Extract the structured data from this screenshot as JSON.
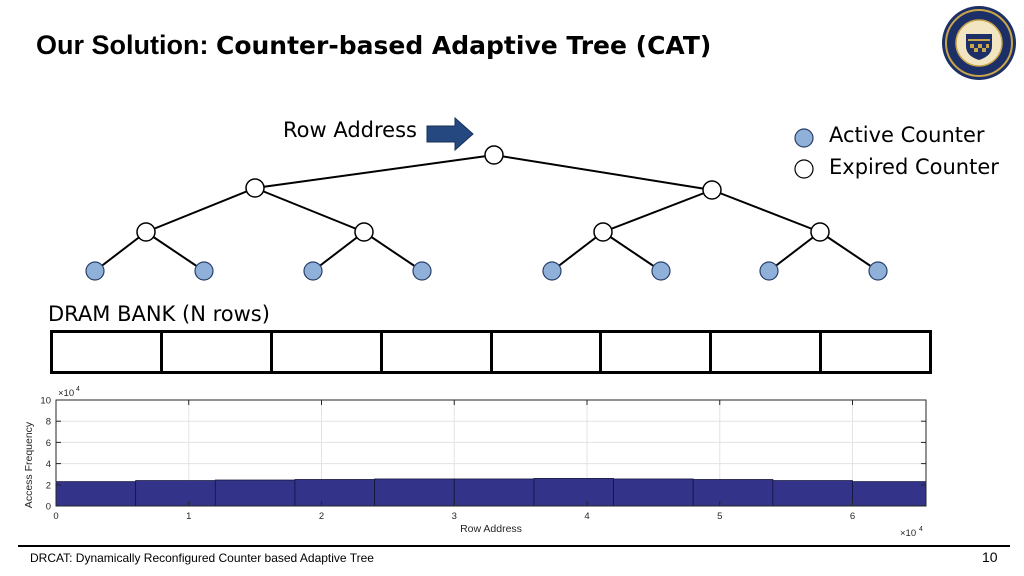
{
  "title": {
    "bold": "Our Solution:",
    "rest": "Counter-based Adaptive Tree (CAT)"
  },
  "tree": {
    "row_address_label": "Row Address",
    "legend": [
      {
        "label": "Active Counter",
        "color": "#8fb0d9"
      },
      {
        "label": "Expired Counter",
        "color": "#ffffff"
      }
    ]
  },
  "dram": {
    "label": "DRAM BANK (N rows)",
    "cells": 8
  },
  "chart_data": {
    "type": "bar",
    "ylabel": "Access Frequency",
    "xlabel": "Row Address",
    "x_multiplier": "×10",
    "x_multiplier_exp": "4",
    "y_multiplier": "×10",
    "y_multiplier_exp": "4",
    "xlim": [
      0,
      65536
    ],
    "ylim": [
      0,
      100000
    ],
    "x_ticks": [
      "0",
      "1",
      "2",
      "3",
      "4",
      "5",
      "6"
    ],
    "y_ticks": [
      "0",
      "2",
      "4",
      "6",
      "8",
      "10"
    ],
    "bar_edges": [
      0,
      6000,
      12000,
      18000,
      24000,
      30000,
      36000,
      42000,
      48000,
      54000,
      60000,
      65536
    ],
    "values": [
      23000,
      24000,
      24500,
      25000,
      25500,
      25500,
      26000,
      25500,
      25000,
      24000,
      23000
    ],
    "bar_color": "#33338a",
    "grid": true
  },
  "footer": {
    "text": "DRCAT: Dynamically Reconfigured Counter based Adaptive Tree",
    "page": "10"
  }
}
